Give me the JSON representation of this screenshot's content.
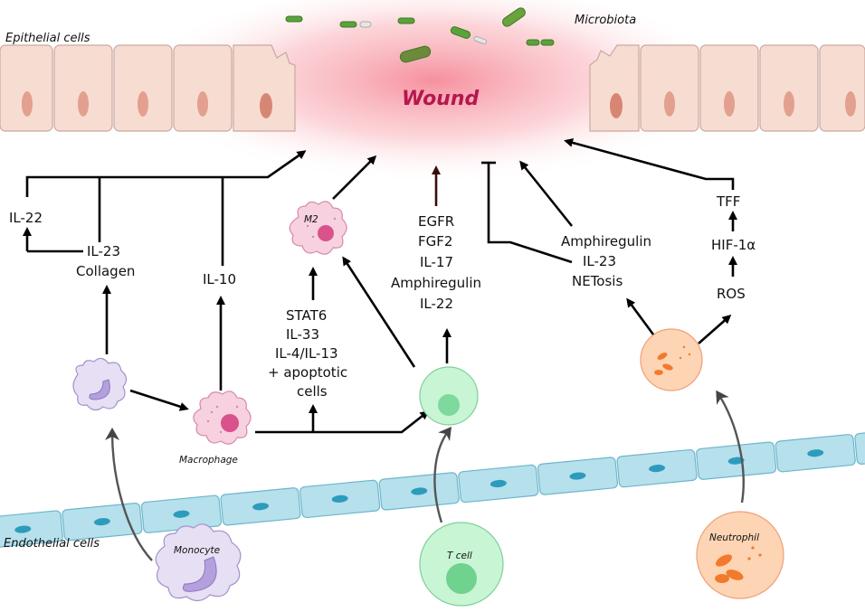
{
  "labels": {
    "epithelial": "Epithelial cells",
    "microbiota": "Microbiota",
    "wound": "Wound",
    "endothelial": "Endothelial cells",
    "il22_left": "IL-22",
    "il23_collagen": [
      "IL-23",
      "Collagen"
    ],
    "il10": "IL-10",
    "m2_label": "M2",
    "stat6_group": [
      "STAT6",
      "IL-33",
      "IL-4/IL-13",
      "+ apoptotic",
      "cells"
    ],
    "tcell_factors": [
      "EGFR",
      "FGF2",
      "IL-17",
      "Amphiregulin",
      "IL-22"
    ],
    "neut_factors": [
      "Amphiregulin",
      "IL-23",
      "NETosis"
    ],
    "tff": "TFF",
    "hif": "HIF-1α",
    "ros": "ROS",
    "macrophage": "Macrophage",
    "monocyte": "Monocyte",
    "tcell": "T cell",
    "neutrophil": "Neutrophil"
  },
  "colors": {
    "epithelium": "#f7dcd2",
    "epithelium_nucleus": "#e3a08e",
    "wound_glow": "#f59aa6",
    "wound_text": "#b5174e",
    "monocyte": "#e7dff4",
    "macrophage": "#f8d1e1",
    "tcell": "#c8f5d4",
    "neutrophil": "#fdd4b4",
    "endothelium": "#b6e0ec",
    "endothelium_nucleus": "#2d9cbc",
    "bacteria": "#5aa33a"
  }
}
